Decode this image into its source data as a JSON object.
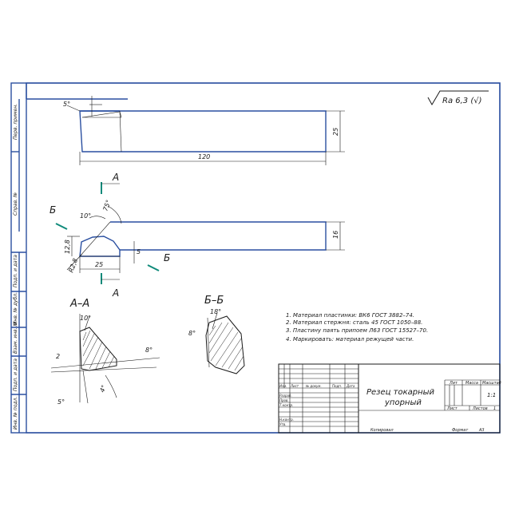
{
  "colors": {
    "frame": "#2a4fa0",
    "ink": "#1a1a1a",
    "section_marker": "#0f8a7a"
  },
  "roughness": {
    "value": "Ra 6,3 (√)"
  },
  "top_view": {
    "angle": "5°",
    "height": "25",
    "length": "120"
  },
  "side_view": {
    "section_a_top": "А",
    "section_a_bottom": "А",
    "section_b_left": "Б",
    "section_b_right": "Б",
    "angle_top_left": "10°",
    "angle_top_right": "75°",
    "dim_height_left": "12,8",
    "dim_radius": "R2,8",
    "dim_length": "25",
    "dim_small": "5",
    "dim_width": "16"
  },
  "section_aa": {
    "title": "А–А",
    "angle_top": "10°",
    "angle_right": "8°",
    "angle_left": "2",
    "angle_bottom_left": "5°",
    "angle_bottom_right": "4°"
  },
  "section_bb": {
    "title": "Б–Б",
    "angle_top": "18°",
    "angle_left": "8°"
  },
  "notes": [
    "1. Материал пластинки: ВК6 ГОСТ 3882–74.",
    "2. Материал стержня: сталь 45 ГОСТ 1050–88.",
    "3. Пластину паять припоем Л63 ГОСТ 15527–70.",
    "4. Маркировать: материал режущей части."
  ],
  "title_block": {
    "name_line1": "Резец токарный",
    "name_line2": "упорный",
    "lit_label": "Лит",
    "mass_label": "Масса",
    "scale_label": "Масштаб",
    "scale_value": "1:1",
    "sheet_label": "Лист",
    "sheets_label": "Листов",
    "sheets_value": "1",
    "col_izm": "Изм.",
    "col_list": "Лист",
    "col_doc": "№ докум.",
    "col_sign": "Подп.",
    "col_date": "Дата",
    "row_razrab": "Разраб.",
    "row_prov": "Пров.",
    "row_tkontr": "Т.контр.",
    "row_nkontr": "Н.контр.",
    "row_utv": "Утв.",
    "copied": "Копировал",
    "format_label": "Формат",
    "format_value": "А3"
  },
  "side_strip": {
    "perv_primen": "Перв. примен.",
    "sprav": "Справ. №",
    "podp_data_1": "Подп. и дата",
    "inv_dubl": "Инв. № дубл.",
    "vzam_inv": "Взам. инв. №",
    "podp_data_2": "Подп. и дата",
    "inv_podl": "Инв. № подл."
  }
}
